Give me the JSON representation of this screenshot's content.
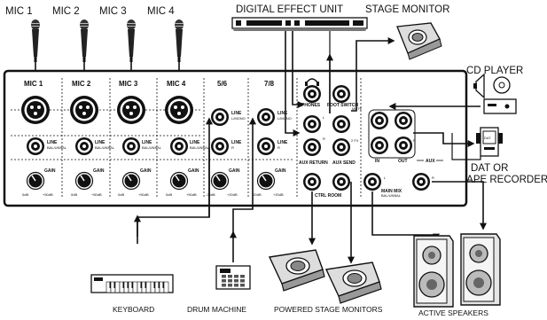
{
  "labels": {
    "mics": [
      "MIC 1",
      "MIC 2",
      "MIC 3",
      "MIC 4"
    ],
    "digital_effect_unit": "DIGITAL EFFECT UNIT",
    "stage_monitor": "STAGE MONITOR",
    "cd_player": "CD PLAYER",
    "dat_or": "DAT OR",
    "tape_recorder": "TAPE RECORDER",
    "keyboard": "KEYBOARD",
    "drum_machine": "DRUM MACHINE",
    "powered_stage_monitors": "POWERED STAGE MONITORS",
    "active_speakers": "ACTIVE SPEAKERS"
  },
  "mixer": {
    "mono_channels": [
      "MIC 1",
      "MIC 2",
      "MIC 3",
      "MIC 4"
    ],
    "stereo_channels": [
      "5/6",
      "7/8"
    ],
    "line": "LINE",
    "line_sub": "BAL/UNBAL",
    "gain": "GAIN",
    "gain_min": "0dB",
    "gain_max": "+50dB",
    "stereo_gain_min": "-20dB",
    "stereo_gain_max": "+20dB",
    "stereo_line_l": "L/MONO",
    "stereo_line_r": "R",
    "phones": "PHONES",
    "foot_switch": "FOOT SWITCH",
    "mute": "MUTE",
    "fx": "2 FX",
    "aux_return": "AUX RETURN",
    "aux_send": "AUX SEND",
    "ctrl_room": "CTRL ROOM",
    "aux": "AUX",
    "in": "IN",
    "out": "OUT",
    "main_mix": "MAIN MIX",
    "main_mix_sub": "BAL/UNBAL",
    "l": "L",
    "r": "R",
    "dat_tag": "DAT"
  },
  "icons": [
    "microphone-icon",
    "effect-unit-icon",
    "stage-monitor-icon",
    "cd-player-icon",
    "dat-recorder-icon",
    "keyboard-icon",
    "drum-machine-icon",
    "powered-monitor-icon",
    "active-speaker-icon",
    "headphones-icon"
  ]
}
